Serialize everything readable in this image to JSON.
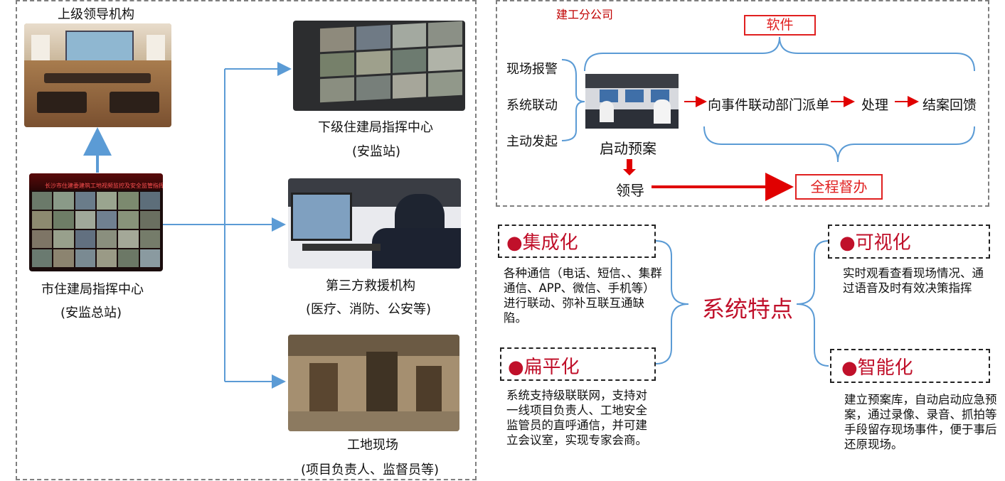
{
  "left": {
    "top_org": "上级领导机构",
    "city_center": {
      "name": "市住建局指挥中心",
      "sub": "(安监总站)",
      "screen_text": "长沙市住建委建筑工地视频监控及安全监管指挥中心"
    },
    "lower_center": {
      "name": "下级住建局指挥中心",
      "sub": "(安监站)"
    },
    "rescue": {
      "name": "第三方救援机构",
      "sub": "(医疗、消防、公安等)"
    },
    "site": {
      "name": "工地现场",
      "sub": "(项目负责人、监督员等)"
    }
  },
  "flow": {
    "company": "建工分公司",
    "software": "软件",
    "triggers": [
      "现场报警",
      "系统联动",
      "主动发起"
    ],
    "start_plan": "启动预案",
    "steps": [
      "向事件联动部门派单",
      "处理",
      "结案回馈"
    ],
    "leader": "领导",
    "supervise": "全程督办"
  },
  "features": {
    "center": "系统特点",
    "integration": {
      "title": "●集成化",
      "body": "各种通信（电话、短信、、集群通信、APP、微信、手机等）进行联动、弥补互联互通缺陷。"
    },
    "flat": {
      "title": "●扁平化",
      "body": "系统支持级联联网，支持对一线项目负责人、工地安全监管员的直呼通信，并可建立会议室，实现专家会商。"
    },
    "visual": {
      "title": "●可视化",
      "body": "实时观看查看现场情况、通过语音及时有效决策指挥"
    },
    "smart": {
      "title": "●智能化",
      "body": "建立预案库，自动启动应急预案，通过录像、录音、抓拍等手段留存现场事件，便于事后还原现场。"
    }
  },
  "colors": {
    "accent_red": "#c00000",
    "arrow_blue": "#5b9bd5",
    "bracket_blue": "#5b9bd5"
  }
}
